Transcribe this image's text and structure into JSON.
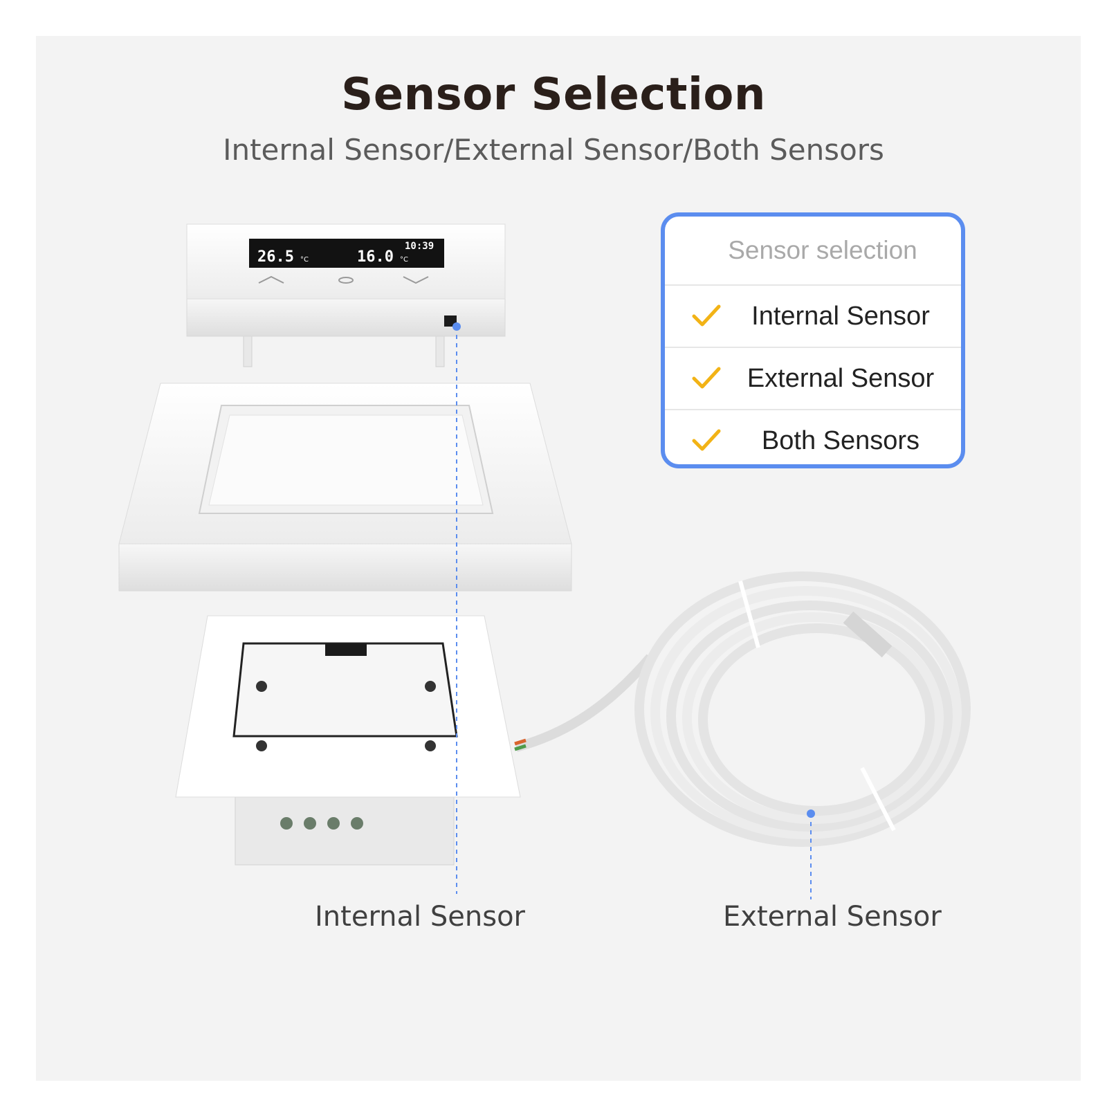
{
  "header": {
    "title": "Sensor Selection",
    "subtitle": "Internal Sensor/External Sensor/Both Sensors"
  },
  "panel": {
    "heading": "Sensor selection",
    "options": [
      {
        "label": "Internal Sensor",
        "checked": true
      },
      {
        "label": "External Sensor",
        "checked": true
      },
      {
        "label": "Both Sensors",
        "checked": true
      }
    ],
    "border_color": "#5b8def",
    "check_color": "#f2b316"
  },
  "display": {
    "time": "10:39",
    "left_temp": "26.5",
    "left_unit": "°C",
    "right_temp": "16.0",
    "right_unit": "°C"
  },
  "callouts": {
    "internal": "Internal Sensor",
    "external": "External Sensor"
  },
  "icons": [
    "chevron-up-icon",
    "circle-button-icon",
    "chevron-down-icon",
    "checkmark-icon"
  ]
}
